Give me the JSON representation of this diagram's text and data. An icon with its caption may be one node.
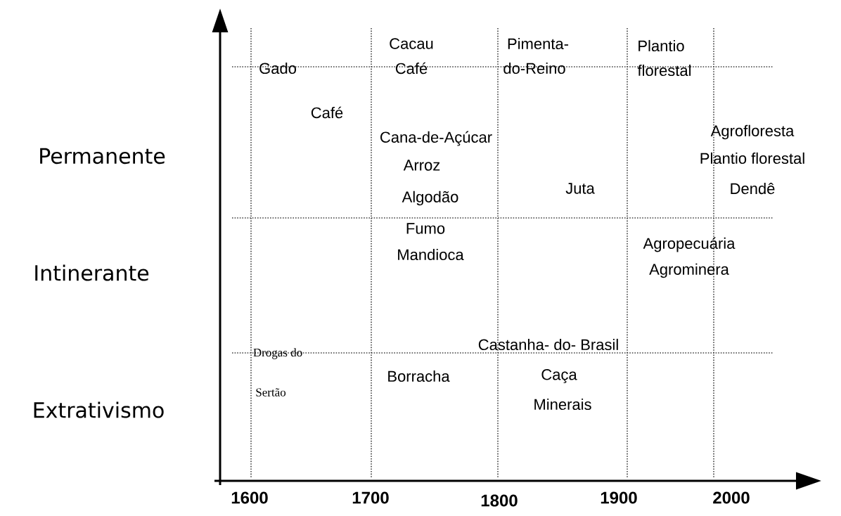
{
  "diagram": {
    "labels": [
      "Cacau",
      "Pimenta-",
      "Plantio",
      "Gado",
      "Café",
      "do-Reino",
      "florestal",
      "Café",
      "Agrofloresta",
      "Cana-de-Açúcar",
      "Permanente",
      "Plantio florestal",
      "Arroz",
      "Juta",
      "Dendê",
      "Algodão",
      "Fumo",
      "Agropecuária",
      "Mandioca",
      "Intinerante",
      "Agrominera",
      "Castanha- do- Brasil",
      "Drogas do",
      "Borracha",
      "Caça",
      "Extrativismo",
      "Sertão",
      "Minerais",
      "1600",
      "1700",
      "1800",
      "1900",
      "2000"
    ]
  }
}
